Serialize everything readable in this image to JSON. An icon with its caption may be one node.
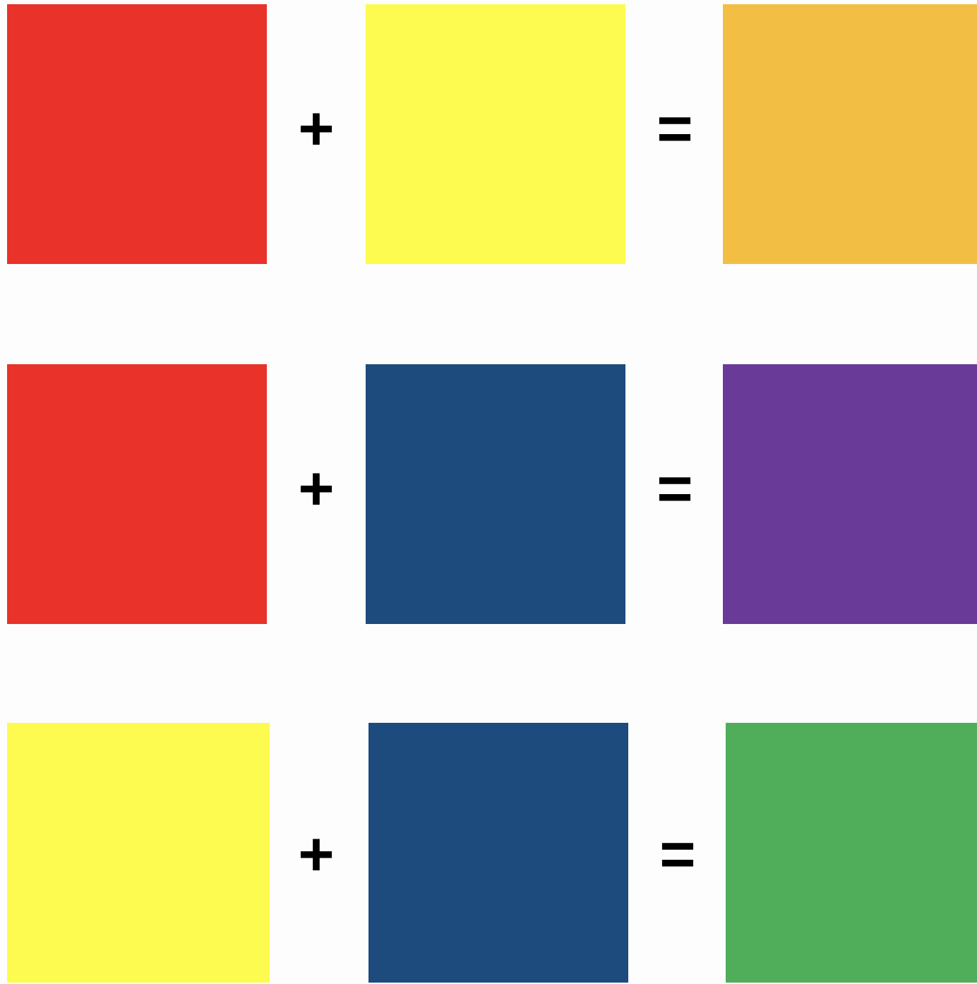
{
  "diagram": {
    "nodes": [
      {
        "text": [],
        "shape": "box"
      },
      {
        "text": [],
        "shape": "box"
      },
      {
        "text": [],
        "shape": "box"
      },
      {
        "text": [],
        "shape": "box"
      },
      {
        "text": [],
        "shape": "box"
      },
      {
        "text": [],
        "shape": "box"
      },
      {
        "text": [],
        "shape": "box"
      },
      {
        "text": [],
        "shape": "box"
      },
      {
        "text": [],
        "shape": "box"
      }
    ],
    "labels": [
      "+",
      "=",
      "+",
      "=",
      "+",
      "="
    ]
  }
}
